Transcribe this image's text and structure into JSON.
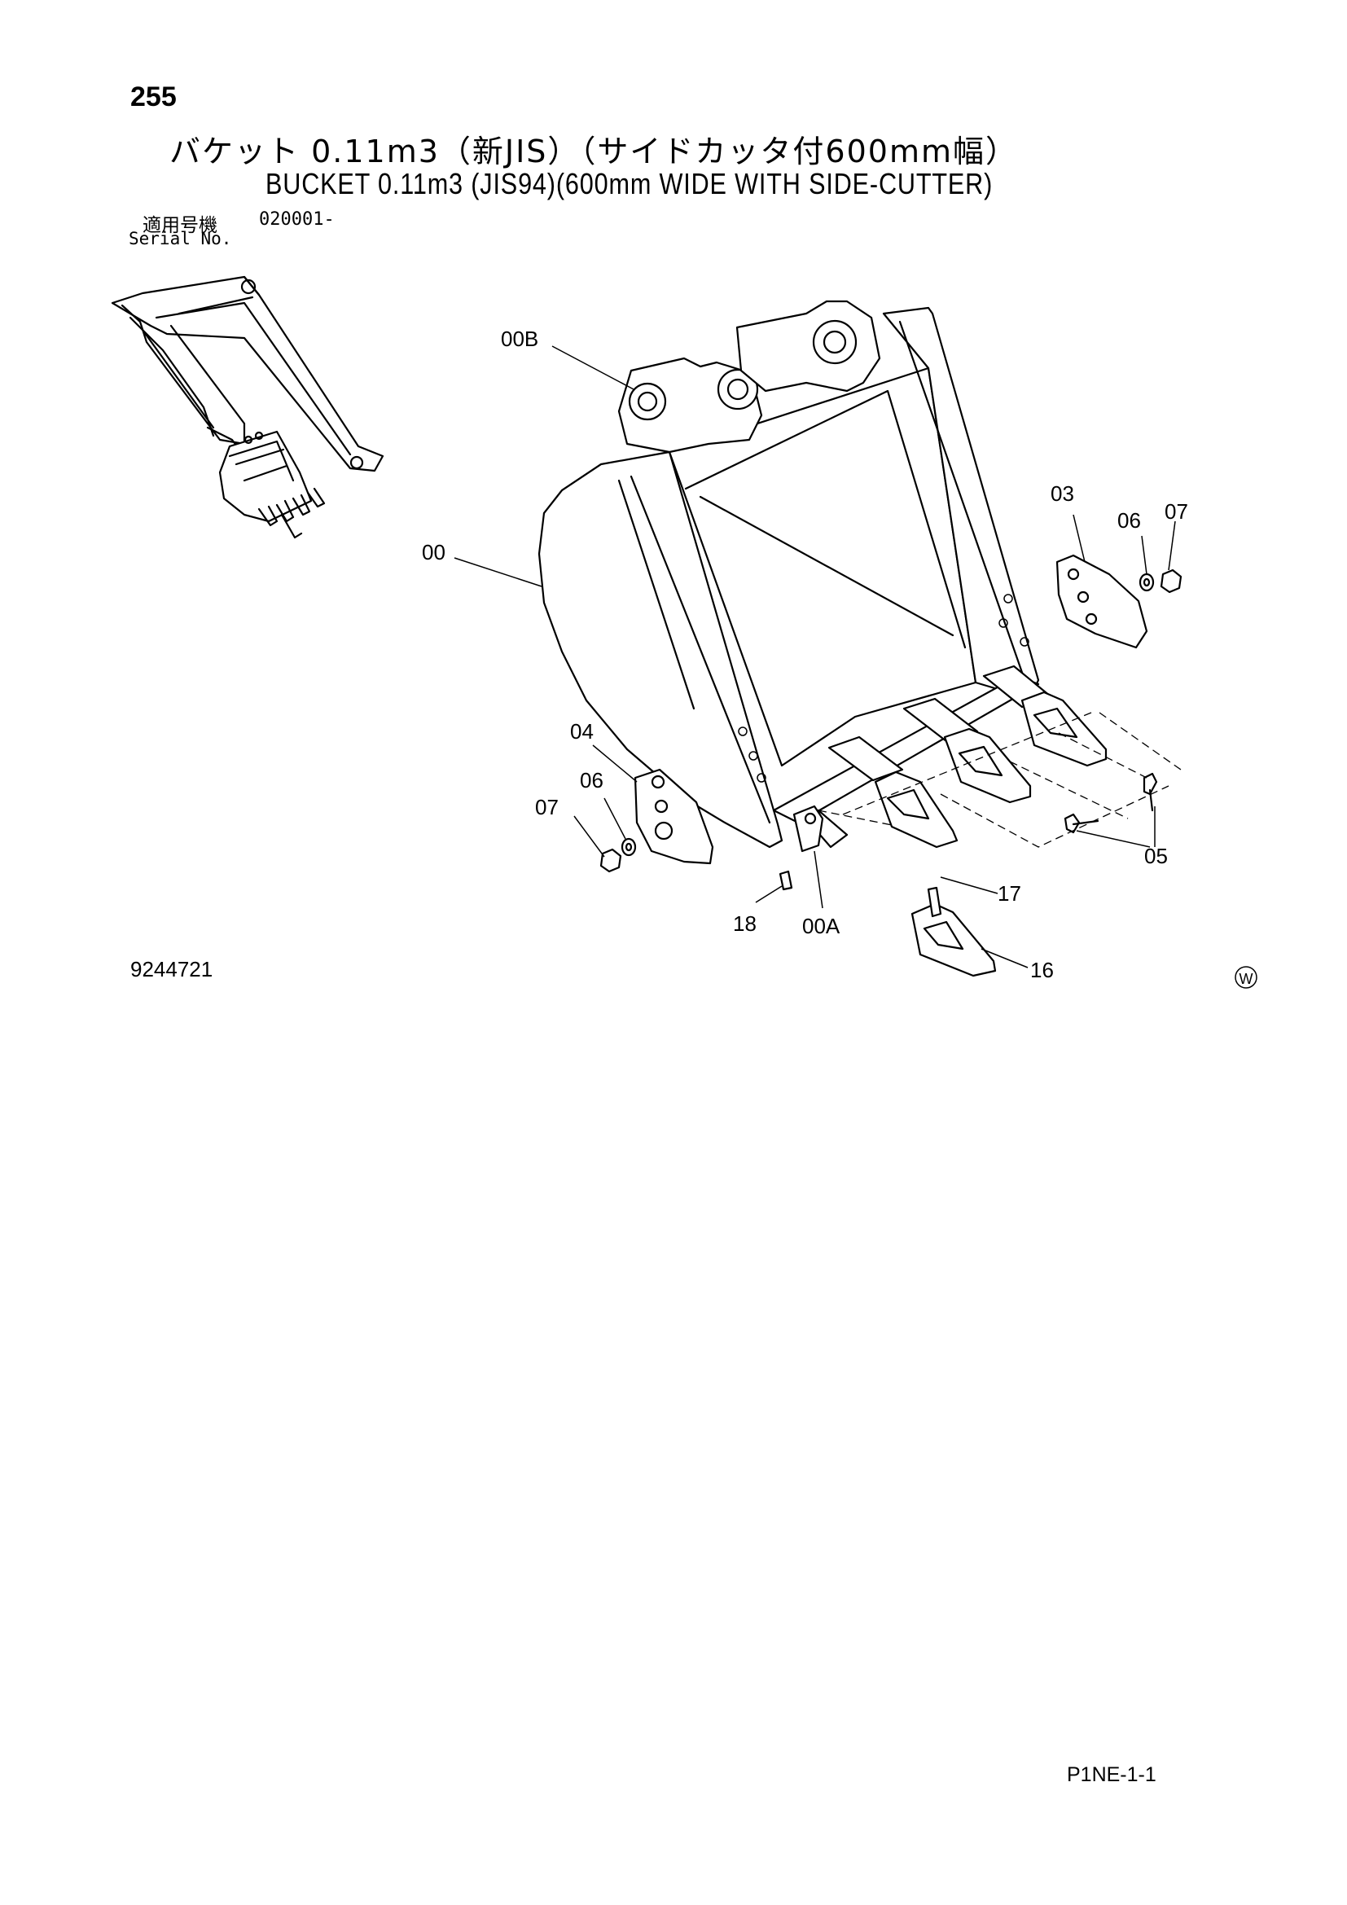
{
  "page_number": "255",
  "title_jp": "バケット 0.11m3（新JIS）（サイドカッタ付600mm幅）",
  "title_en": "BUCKET 0.11m3 (JIS94)(600mm WIDE WITH SIDE-CUTTER)",
  "serial": {
    "label_jp": "適用号機",
    "label_en": "Serial No.",
    "value": "020001-"
  },
  "callouts": {
    "c00B": "00B",
    "c00": "00",
    "c03": "03",
    "c06_right": "06",
    "c07_right": "07",
    "c04": "04",
    "c06_left": "06",
    "c07_left": "07",
    "c05": "05",
    "c17": "17",
    "c18": "18",
    "c00A": "00A",
    "c16": "16"
  },
  "drawing_number": "9244721",
  "mark": "W",
  "footer_code": "P1NE-1-1"
}
